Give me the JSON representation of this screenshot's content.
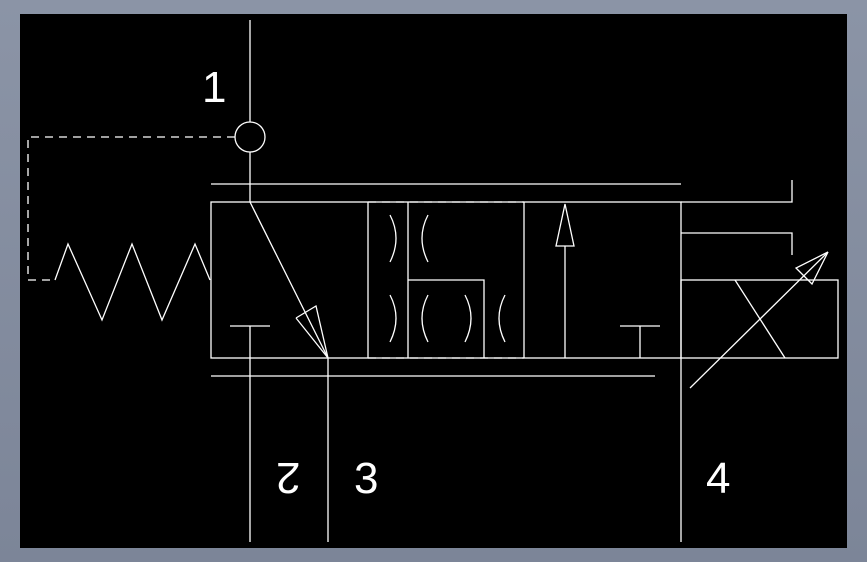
{
  "ports": {
    "p1": "1",
    "p2": "2",
    "p3": "3",
    "p4": "4"
  },
  "colors": {
    "background": "#000000",
    "lines": "#ffffff",
    "frame": "#8b94a6"
  }
}
